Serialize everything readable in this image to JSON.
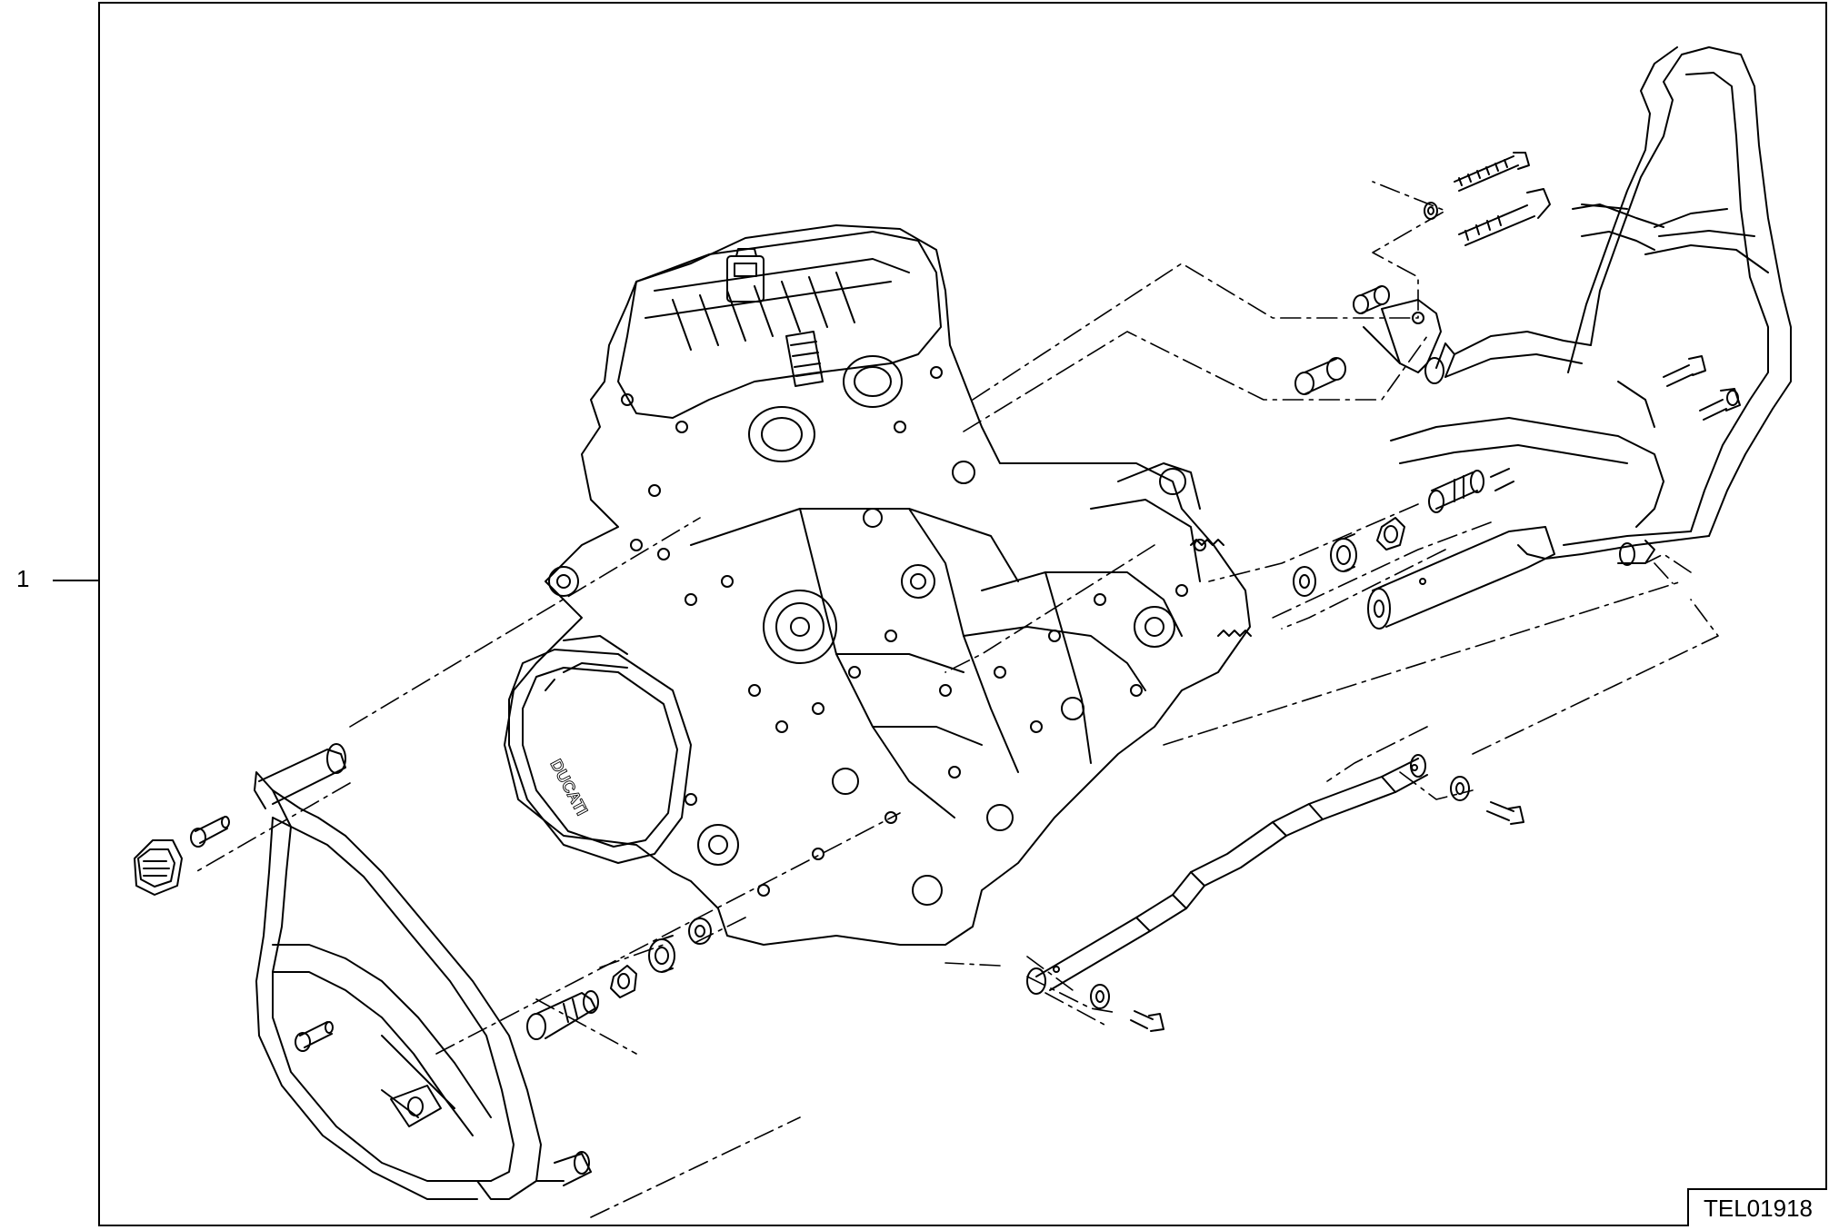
{
  "callout": {
    "number": "1"
  },
  "drawing_code": "TEL01918",
  "engine_logo_text": "DUCATI"
}
